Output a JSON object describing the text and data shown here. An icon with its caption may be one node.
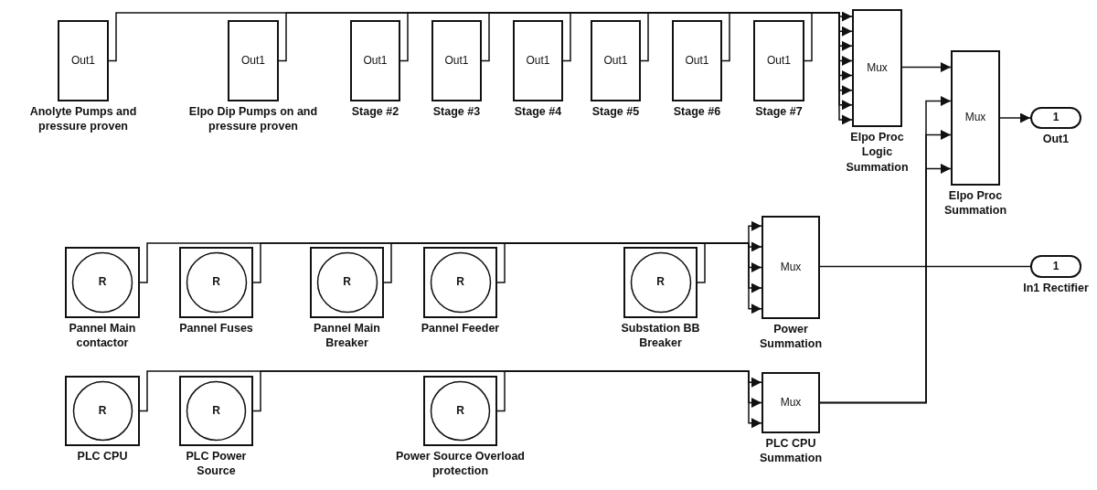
{
  "diagram": {
    "nodes": [
      {
        "text": [
          "Out1"
        ],
        "beside": [
          "Anolyte Pumps and pressure proven"
        ]
      },
      {
        "text": [
          "Out1"
        ],
        "beside": [
          "Elpo Dip Pumps on and pressure proven"
        ]
      },
      {
        "text": [
          "Out1"
        ],
        "beside": [
          "Stage #2"
        ]
      },
      {
        "text": [
          "Out1"
        ],
        "beside": [
          "Stage #3"
        ]
      },
      {
        "text": [
          "Out1"
        ],
        "beside": [
          "Stage #4"
        ]
      },
      {
        "text": [
          "Out1"
        ],
        "beside": [
          "Stage #5"
        ]
      },
      {
        "text": [
          "Out1"
        ],
        "beside": [
          "Stage #6"
        ]
      },
      {
        "text": [
          "Out1"
        ],
        "beside": [
          "Stage #7"
        ]
      },
      {
        "text": [
          "Mux"
        ],
        "beside": [
          "Elpo Proc Logic Summation"
        ]
      },
      {
        "text": [
          "Mux"
        ],
        "beside": [
          "Elpo Proc Summation"
        ]
      },
      {
        "text": [
          "1"
        ],
        "beside": [
          "Out1"
        ]
      },
      {
        "text": [
          "R"
        ],
        "beside": [
          "Pannel Main contactor"
        ]
      },
      {
        "text": [
          "R"
        ],
        "beside": [
          "Pannel Fuses"
        ]
      },
      {
        "text": [
          "R"
        ],
        "beside": [
          "Pannel Main Breaker"
        ]
      },
      {
        "text": [
          "R"
        ],
        "beside": [
          "Pannel Feeder"
        ]
      },
      {
        "text": [
          "R"
        ],
        "beside": [
          "Substation BB Breaker"
        ]
      },
      {
        "text": [
          "Mux"
        ],
        "beside": [
          "Power Summation"
        ]
      },
      {
        "text": [
          "1"
        ],
        "beside": [
          "In1 Rectifier"
        ]
      },
      {
        "text": [
          "R"
        ],
        "beside": [
          "PLC CPU"
        ]
      },
      {
        "text": [
          "R"
        ],
        "beside": [
          "PLC Power Source"
        ]
      },
      {
        "text": [
          "R"
        ],
        "beside": [
          "Power Source Overload protection"
        ]
      },
      {
        "text": [
          "Mux"
        ],
        "beside": [
          "PLC CPU Summation"
        ]
      }
    ],
    "edges": [
      {
        "from": 0,
        "to": 8,
        "arrow": "to"
      },
      {
        "from": 1,
        "to": 8,
        "arrow": "to"
      },
      {
        "from": 2,
        "to": 8,
        "arrow": "to"
      },
      {
        "from": 3,
        "to": 8,
        "arrow": "to"
      },
      {
        "from": 4,
        "to": 8,
        "arrow": "to"
      },
      {
        "from": 5,
        "to": 8,
        "arrow": "to"
      },
      {
        "from": 6,
        "to": 8,
        "arrow": "to"
      },
      {
        "from": 7,
        "to": 8,
        "arrow": "to"
      },
      {
        "from": 8,
        "to": 9,
        "arrow": "to"
      },
      {
        "from": 9,
        "to": 10,
        "arrow": "to"
      },
      {
        "from": 11,
        "to": 16,
        "arrow": "to"
      },
      {
        "from": 12,
        "to": 16,
        "arrow": "to"
      },
      {
        "from": 13,
        "to": 16,
        "arrow": "to"
      },
      {
        "from": 14,
        "to": 16,
        "arrow": "to"
      },
      {
        "from": 15,
        "to": 16,
        "arrow": "to"
      },
      {
        "from": 16,
        "to": 17,
        "arrow": "none"
      },
      {
        "from": 18,
        "to": 21,
        "arrow": "to"
      },
      {
        "from": 19,
        "to": 21,
        "arrow": "to"
      },
      {
        "from": 20,
        "to": 21,
        "arrow": "to"
      },
      {
        "from": 21,
        "to": 9,
        "arrow": "to"
      },
      {
        "from": 21,
        "to": 9,
        "arrow": "to"
      },
      {
        "from": 21,
        "to": 9,
        "arrow": "to"
      }
    ]
  }
}
